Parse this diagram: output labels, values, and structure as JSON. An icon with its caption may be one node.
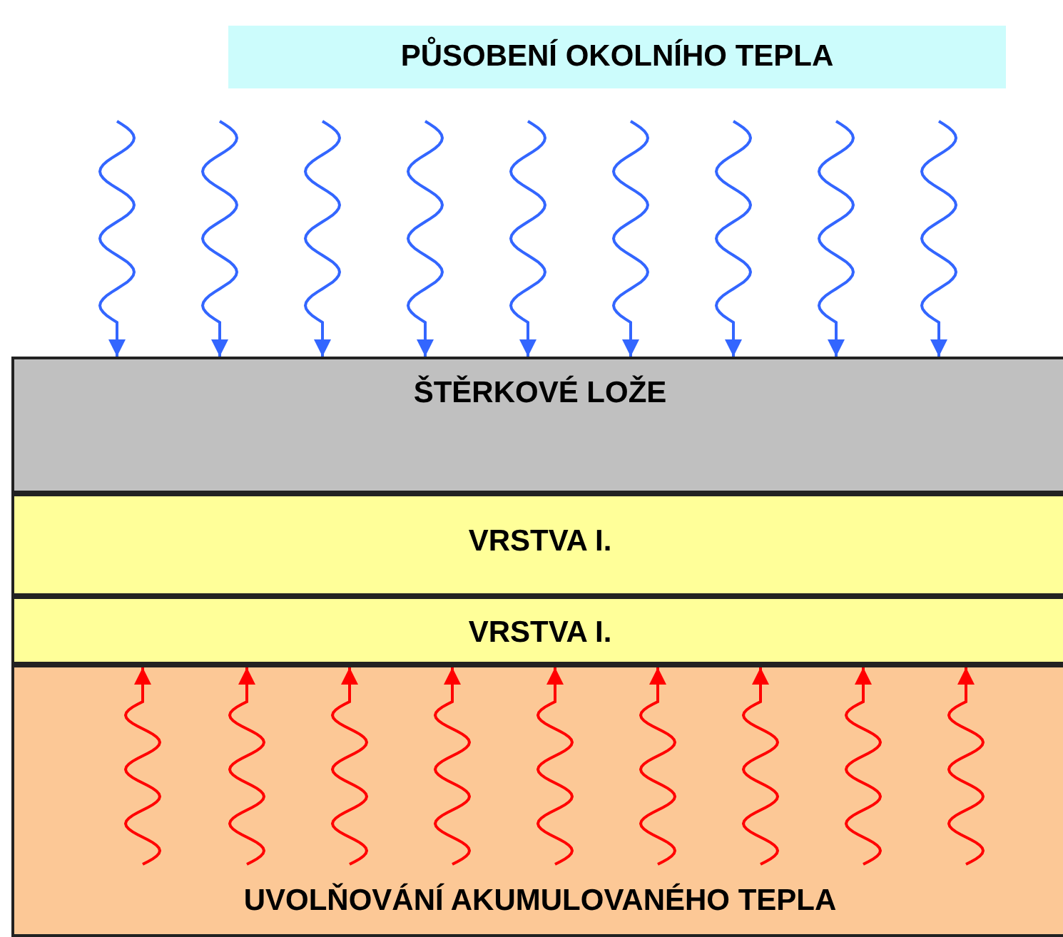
{
  "diagram": {
    "nodes": [
      {
        "text": [
          "PŮSOBENÍ OKOLNÍHO TEPLA"
        ]
      },
      {
        "text": [
          "ŠTĚRKOVÉ LOŽE"
        ]
      },
      {
        "text": [
          "VRSTVA I."
        ]
      },
      {
        "text": [
          "VRSTVA I."
        ]
      },
      {
        "text": [
          "UVOLŇOVÁNÍ AKUMULOVANÉHO TEPLA"
        ]
      }
    ],
    "edges": [
      {
        "from": null,
        "to": 1,
        "arrow": "to",
        "color": "#3366ff"
      },
      {
        "from": null,
        "to": 1,
        "arrow": "to",
        "color": "#3366ff"
      },
      {
        "from": null,
        "to": 1,
        "arrow": "to",
        "color": "#3366ff"
      },
      {
        "from": null,
        "to": 1,
        "arrow": "to",
        "color": "#3366ff"
      },
      {
        "from": null,
        "to": 1,
        "arrow": "to",
        "color": "#3366ff"
      },
      {
        "from": null,
        "to": 1,
        "arrow": "to",
        "color": "#3366ff"
      },
      {
        "from": null,
        "to": 1,
        "arrow": "to",
        "color": "#3366ff"
      },
      {
        "from": null,
        "to": 1,
        "arrow": "to",
        "color": "#3366ff"
      },
      {
        "from": null,
        "to": 1,
        "arrow": "to",
        "color": "#3366ff"
      },
      {
        "from": 4,
        "to": 3,
        "arrow": "to",
        "color": "#ff0000"
      },
      {
        "from": 4,
        "to": 3,
        "arrow": "to",
        "color": "#ff0000"
      },
      {
        "from": 4,
        "to": 3,
        "arrow": "to",
        "color": "#ff0000"
      },
      {
        "from": 4,
        "to": 3,
        "arrow": "to",
        "color": "#ff0000"
      },
      {
        "from": 4,
        "to": 3,
        "arrow": "to",
        "color": "#ff0000"
      },
      {
        "from": 4,
        "to": 3,
        "arrow": "to",
        "color": "#ff0000"
      },
      {
        "from": 4,
        "to": 3,
        "arrow": "to",
        "color": "#ff0000"
      },
      {
        "from": 4,
        "to": 3,
        "arrow": "to",
        "color": "#ff0000"
      },
      {
        "from": 4,
        "to": 3,
        "arrow": "to",
        "color": "#ff0000"
      }
    ]
  }
}
